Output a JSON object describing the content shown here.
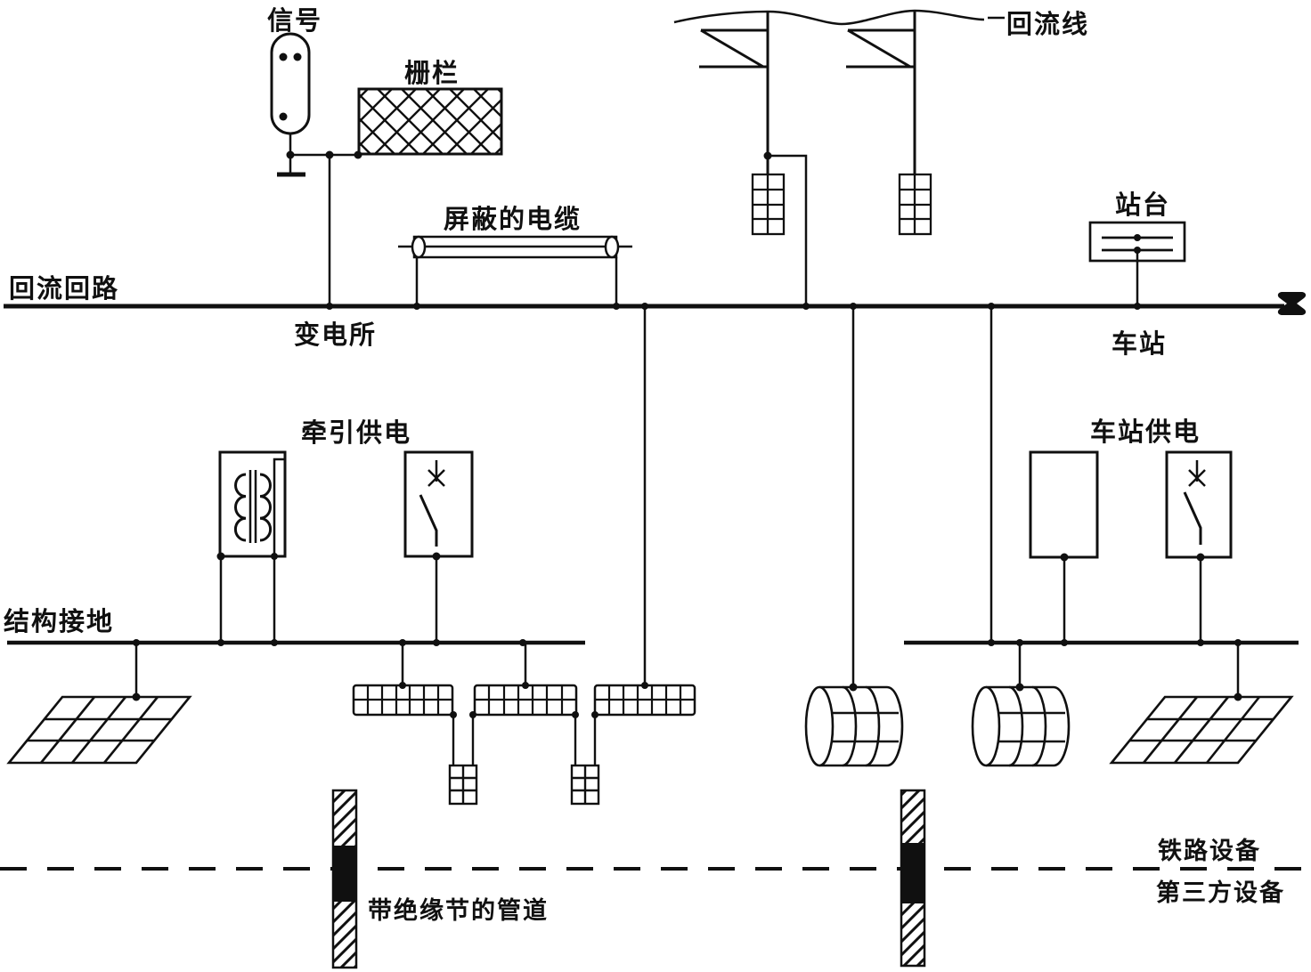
{
  "diagram": {
    "type": "railway-return-circuit-and-grounding-schematic",
    "labels": {
      "signal": "信号",
      "fence": "栅栏",
      "shielded_cable": "屏蔽的电缆",
      "return_circuit": "回流回路",
      "substation": "变电所",
      "return_line": "回流线",
      "platform": "站台",
      "station": "车站",
      "traction_power_supply": "牵引供电",
      "station_power_supply": "车站供电",
      "structural_grounding": "结构接地",
      "pipe_with_insulating_joint": "带绝缘节的管道",
      "railway_equipment": "铁路设备",
      "third_party_equipment": "第三方设备"
    },
    "colors": {
      "ink": "#101010",
      "background": "#ffffff"
    }
  }
}
